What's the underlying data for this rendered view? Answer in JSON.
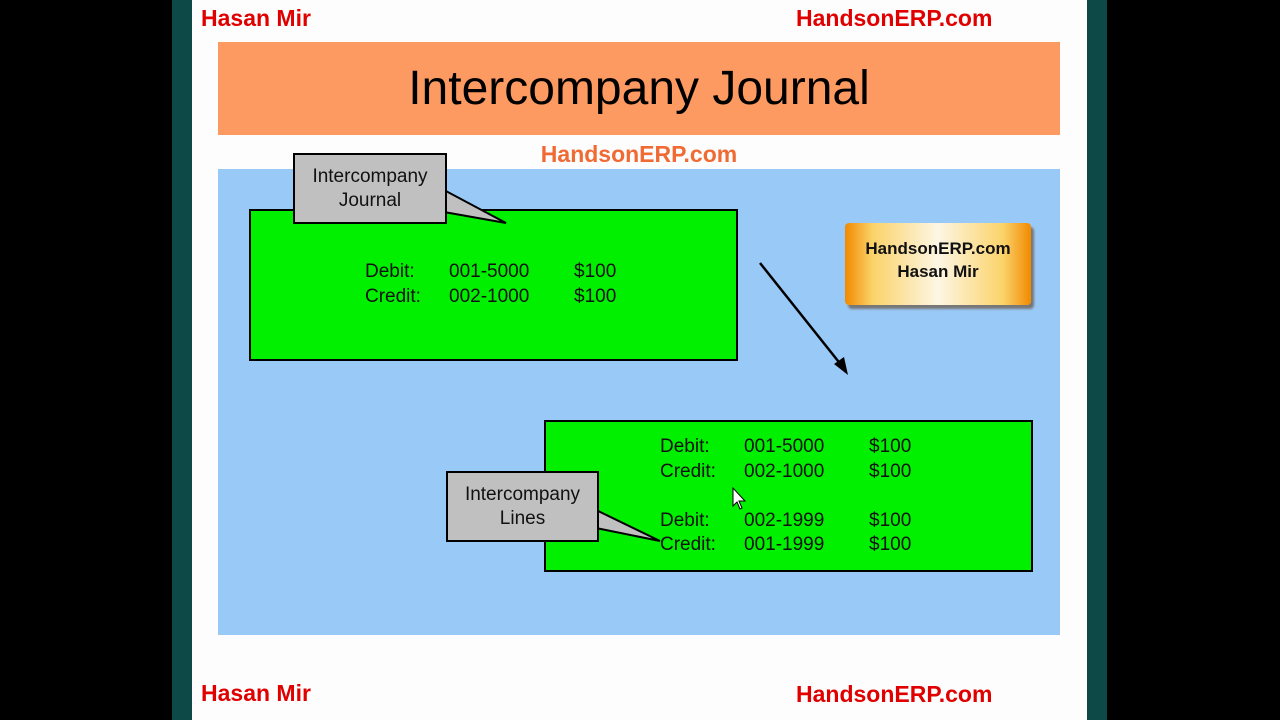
{
  "watermarks": {
    "top_left": "Hasan Mir",
    "top_right": "HandsonERP.com",
    "bottom_left": "Hasan Mir",
    "bottom_right": "HandsonERP.com",
    "center": "HandsonERP.com"
  },
  "title": "Intercompany Journal",
  "badge": {
    "line1": "HandsonERP.com",
    "line2": "Hasan Mir"
  },
  "callouts": {
    "journal": [
      "Intercompany",
      "Journal"
    ],
    "lines": [
      "Intercompany",
      "Lines"
    ]
  },
  "journal_entries": [
    {
      "type": "Debit:",
      "account": "001-5000",
      "amount": "$100"
    },
    {
      "type": "Credit:",
      "account": "002-1000",
      "amount": "$100"
    }
  ],
  "line_entries": [
    {
      "type": "Debit:",
      "account": "001-5000",
      "amount": "$100"
    },
    {
      "type": "Credit:",
      "account": "002-1000",
      "amount": "$100"
    },
    {
      "type": "Debit:",
      "account": "002-1999",
      "amount": "$100"
    },
    {
      "type": "Credit:",
      "account": "001-1999",
      "amount": "$100"
    }
  ]
}
